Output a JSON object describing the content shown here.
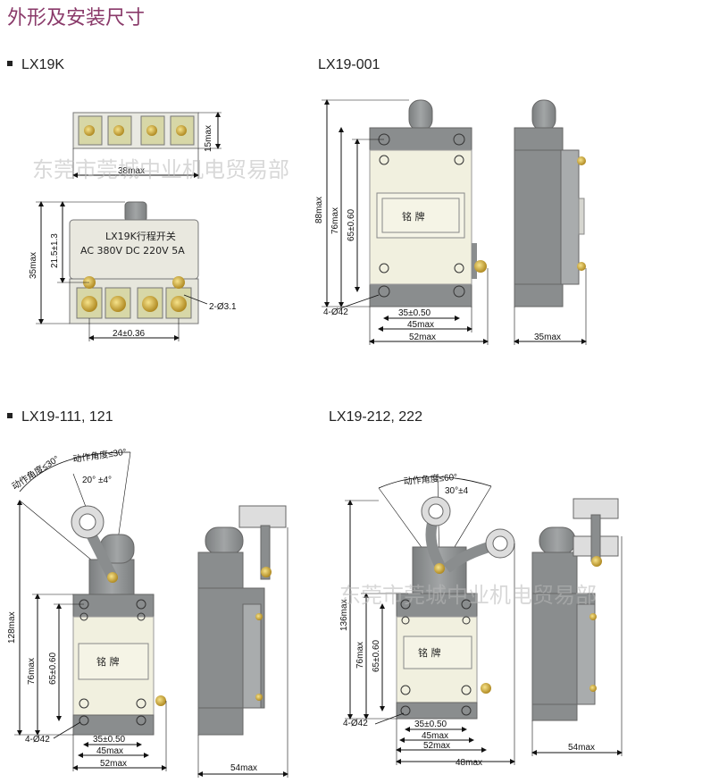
{
  "title": "外形及安装尺寸",
  "sections": {
    "lx19k": "LX19K",
    "lx19_001": "LX19-001",
    "lx19_111": "LX19-111, 121",
    "lx19_212": "LX19-212, 222"
  },
  "lx19k": {
    "label_line1": "LX19K行程开关",
    "label_line2": "AC 380V DC 220V 5A",
    "dim_15max": "15max",
    "dim_38max": "38max",
    "dim_35max": "35max",
    "dim_21_5": "21.5±1.3",
    "dim_24": "24±0.36",
    "dim_hole": "2-Ø3.1"
  },
  "lx19_001": {
    "nameplate": "铭   牌",
    "dim_88max": "88max",
    "dim_76max": "76max",
    "dim_65": "65±0.60",
    "dim_35": "35±0.50",
    "dim_45max": "45max",
    "dim_52max": "52max",
    "dim_hole": "4-Ø42",
    "dim_side_35max": "35max"
  },
  "lx19_111": {
    "angle1": "动作角度≤30°",
    "angle2": "动作角度≤30°",
    "angle_sub1": "20°",
    "angle_sub2": "±4°",
    "nameplate": "铭   牌",
    "dim_128max": "128max",
    "dim_76max": "76max",
    "dim_65": "65±0.60",
    "dim_hole": "4-Ø42",
    "dim_35": "35±0.50",
    "dim_45max": "45max",
    "dim_52max": "52max",
    "dim_side_54max": "54max"
  },
  "lx19_212": {
    "angle": "动作角度≤60°",
    "angle_sub": "30°±4",
    "nameplate": "铭   牌",
    "dim_136max": "136max",
    "dim_76max": "76max",
    "dim_65": "65±0.60",
    "dim_hole": "4-Ø42",
    "dim_35": "35±0.50",
    "dim_45max": "45max",
    "dim_52max": "52max",
    "dim_48max": "48max",
    "dim_side_54max": "54max"
  },
  "watermark": "东莞市莞城中业机电贸易部",
  "colors": {
    "body": "#8a8d8e",
    "face": "#f1f0df",
    "terminal": "#d7d7a7",
    "brass": "#d8b24a",
    "title": "#8a3a6a"
  }
}
